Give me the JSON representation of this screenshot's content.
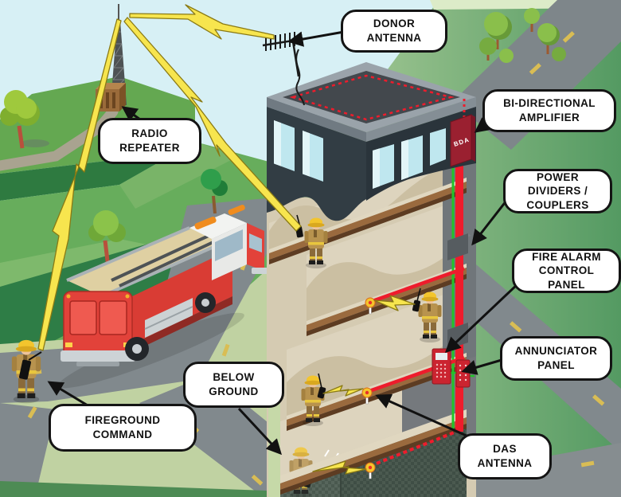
{
  "labels": {
    "donor_antenna": "DONOR ANTENNA",
    "bi_directional_amplifier": "BI-DIRECTIONAL AMPLIFIER",
    "radio_repeater": "RADIO REPEATER",
    "power_dividers": "POWER DIVIDERS / COUPLERS",
    "fire_alarm_control_panel": "FIRE ALARM CONTROL PANEL",
    "annunciator_panel": "ANNUNCIATOR PANEL",
    "das_antenna": "DAS ANTENNA",
    "below_ground": "BELOW GROUND",
    "fireground_command": "FIREGROUND COMMAND"
  },
  "device_text": {
    "bda_box": "BDA"
  },
  "icons": {
    "radio_signal": "lightning-bolt",
    "pointer": "black-arrow"
  },
  "colors": {
    "sky": "#d7f0f5",
    "field_light": "#b8d4a2",
    "field_dark": "#549a62",
    "road": "#81898d",
    "road_dash": "#d9bd54",
    "cable_red": "#ee1c2c",
    "wire_green": "#22c32a",
    "bolt_yellow": "#f7e54e",
    "label_bg": "#ffffff",
    "label_border": "#141414",
    "facade_dark": "#323d44",
    "slab_brown": "#9a6a3e",
    "bda_red": "#9a2030",
    "truck_red": "#e2423a"
  }
}
